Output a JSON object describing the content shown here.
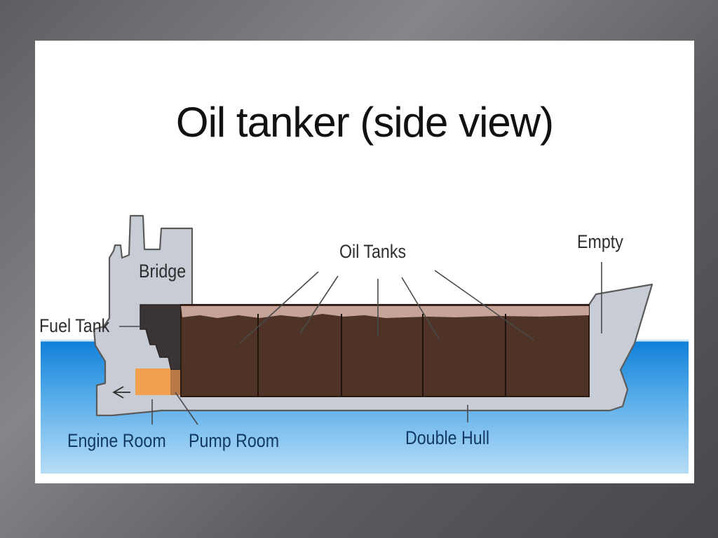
{
  "diagram": {
    "title": "Oil tanker (side view)",
    "labels": {
      "oil_tanks": "Oil Tanks",
      "empty": "Empty",
      "bridge": "Bridge",
      "fuel_tank": "Fuel Tank",
      "engine_room": "Engine Room",
      "pump_room": "Pump Room",
      "double_hull": "Double Hull"
    },
    "colors": {
      "hull": "#c7cbd3",
      "oil": "#4e3326",
      "oil_surface": "#c6a497",
      "fuel_tank": "#383232",
      "pump_room": "#f0a04e",
      "sea_top": "#0f7fd9",
      "sea_bottom": "#b6dcf7"
    }
  }
}
